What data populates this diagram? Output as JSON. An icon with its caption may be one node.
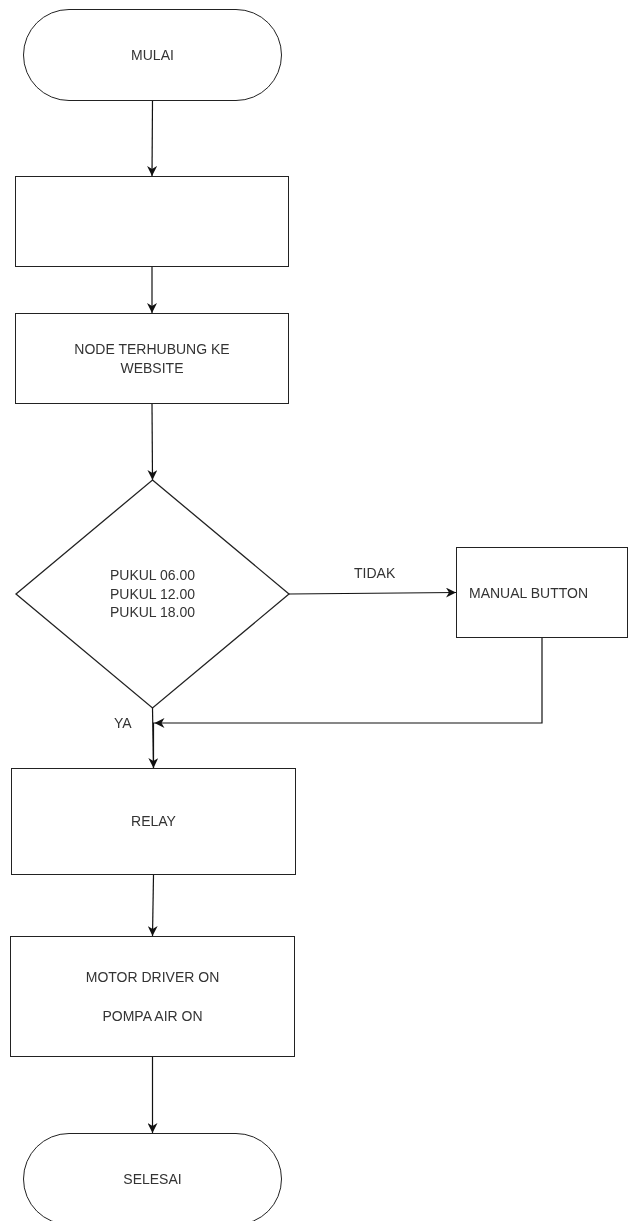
{
  "diagram": {
    "nodes": [
      {
        "text": [
          "MULAI"
        ]
      },
      {
        "text": [],
        "shape": "box"
      },
      {
        "text": [
          "NODE TERHUBUNG KE WEBSITE"
        ]
      },
      {
        "text": [
          "PUKUL 06.00 PUKUL 12.00 PUKUL 18.00"
        ]
      },
      {
        "text": [
          "MANUAL BUTTON"
        ]
      },
      {
        "text": [
          "RELAY"
        ]
      },
      {
        "text": [
          "MOTOR DRIVER ON",
          "POMPA AIR ON"
        ]
      },
      {
        "text": [
          "SELESAI"
        ]
      }
    ],
    "edges": [
      {
        "from": 0,
        "to": 1,
        "arrow": "to"
      },
      {
        "from": 1,
        "to": 2,
        "arrow": "to"
      },
      {
        "from": 2,
        "to": 3,
        "arrow": "to"
      },
      {
        "from": 3,
        "to": 4,
        "arrow": "to",
        "label": "TIDAK"
      },
      {
        "from": 3,
        "to": 5,
        "arrow": "to",
        "label": "YA"
      },
      {
        "from": 4,
        "to": 5,
        "arrow": "to"
      },
      {
        "from": 5,
        "to": 6,
        "arrow": "to"
      },
      {
        "from": 6,
        "to": 7,
        "arrow": "to"
      }
    ]
  }
}
